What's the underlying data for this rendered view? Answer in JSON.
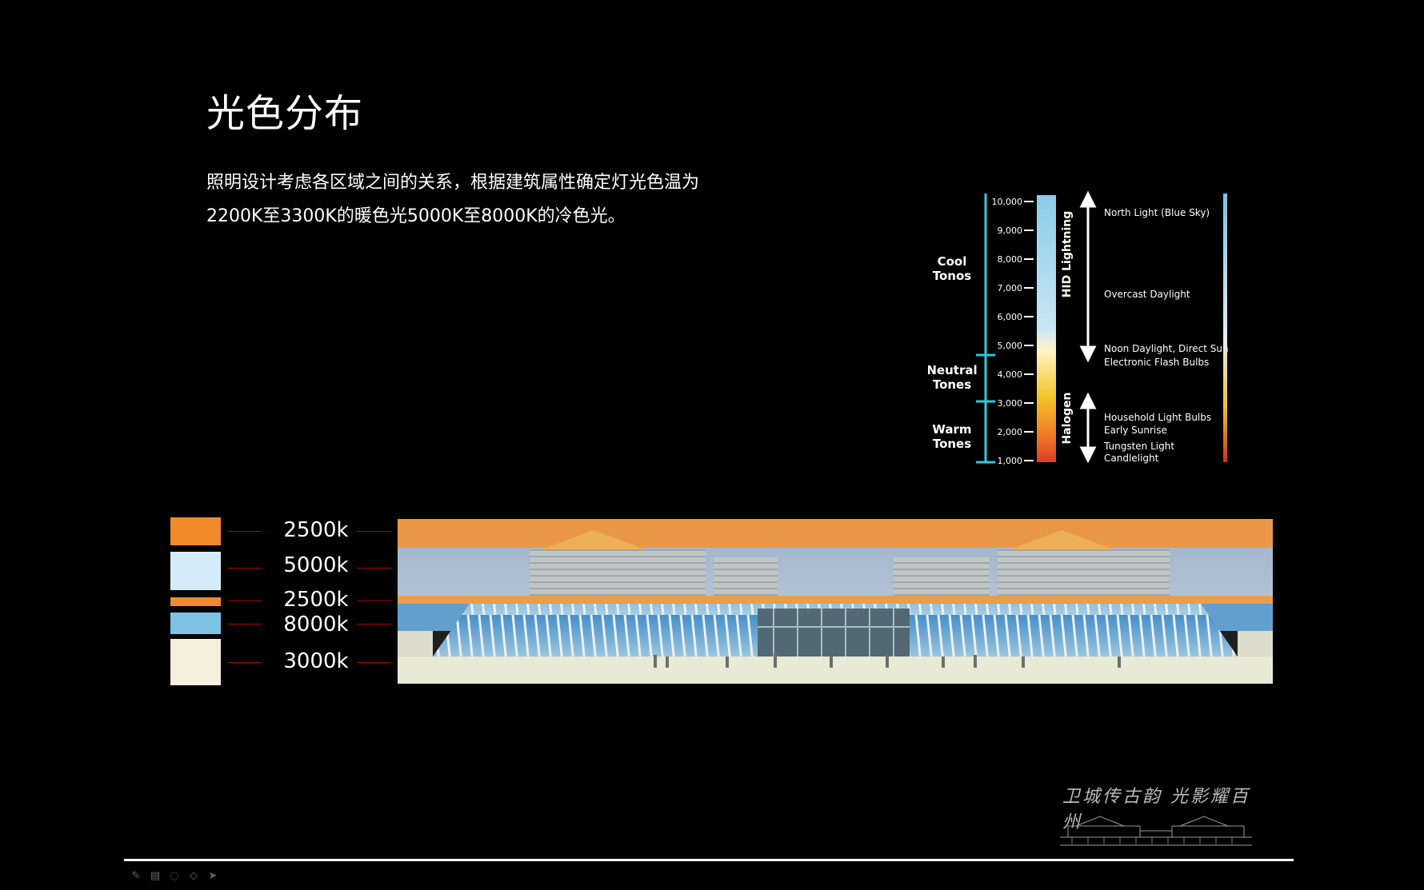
{
  "slide": {
    "title": "光色分布",
    "description_lines": [
      "照明设计考虑各区域之间的关系，根据建筑属性确定灯光色温为",
      "2200K至3300K的暖色光5000K至8000K的冷色光。"
    ]
  },
  "temperature_chart": {
    "ticks": [
      "10,000",
      "9,000",
      "8,000",
      "7,000",
      "6,000",
      "5,000",
      "4,000",
      "3,000",
      "2,000",
      "1,000"
    ],
    "tone_groups": [
      {
        "line1": "Cool",
        "line2": "Tonos"
      },
      {
        "line1": "Neutral",
        "line2": "Tones"
      },
      {
        "line1": "Warm",
        "line2": "Tones"
      }
    ],
    "lamp_labels": {
      "hid": "HID Lightning",
      "halogen": "Halogen"
    },
    "light_sources": [
      {
        "text": "North Light (Blue Sky)"
      },
      {
        "text": "Overcast Daylight"
      },
      {
        "text": "Noon Daylight, Direct Sun"
      },
      {
        "text": "Electronic Flash Bulbs"
      },
      {
        "text": "Household Light Bulbs"
      },
      {
        "text": "Early Sunrise"
      },
      {
        "text": "Tungsten Light"
      },
      {
        "text": "Candlelight"
      }
    ],
    "colors": {
      "axis": "#2ec8d8",
      "cool": "#8fd0ee",
      "warm": "#f2c630",
      "hot": "#e0462a"
    }
  },
  "swatches": [
    {
      "label": "2500k",
      "color": "#f08a2c"
    },
    {
      "label": "5000k",
      "color": "#d4ecf7"
    },
    {
      "label": "2500k",
      "color": "#f08a2c"
    },
    {
      "label": "8000k",
      "color": "#7ec3e2"
    },
    {
      "label": "3000k",
      "color": "#f5efdc"
    }
  ],
  "footer": {
    "calligraphy": "卫城传古韵 光影耀百州",
    "tools": [
      "pen-icon",
      "board-icon",
      "eraser-icon",
      "highlighter-icon",
      "pointer-icon"
    ]
  }
}
